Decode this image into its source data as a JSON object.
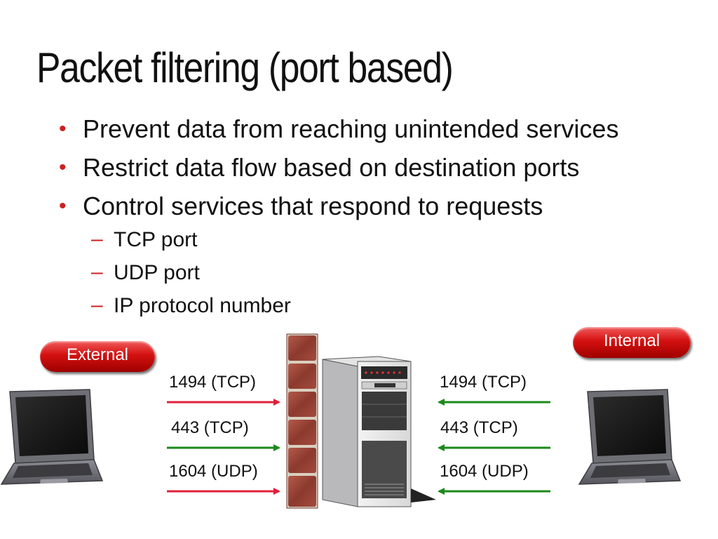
{
  "slide": {
    "title": "Packet filtering (port based)",
    "bullets": [
      "Prevent data from reaching unintended services",
      "Restrict data flow based on destination ports",
      "Control services that respond to requests"
    ],
    "sub_bullets": [
      "TCP port",
      "UDP port",
      "IP protocol number"
    ],
    "bullet_marker": "•",
    "sub_marker": "–",
    "accent_color": "#cc1f1f"
  },
  "diagram": {
    "external_label": "External",
    "internal_label": "Internal",
    "left_ports": [
      "1494 (TCP)",
      "443 (TCP)",
      "1604 (UDP)"
    ],
    "right_ports": [
      "1494 (TCP)",
      "443 (TCP)",
      "1604 (UDP)"
    ],
    "inbound_arrow_color": "#e0203a",
    "outbound_arrow_color": "#1a8a1a",
    "icons": [
      "laptop-icon",
      "firewall-brick-wall-icon",
      "server-tower-icon",
      "laptop-icon"
    ]
  }
}
